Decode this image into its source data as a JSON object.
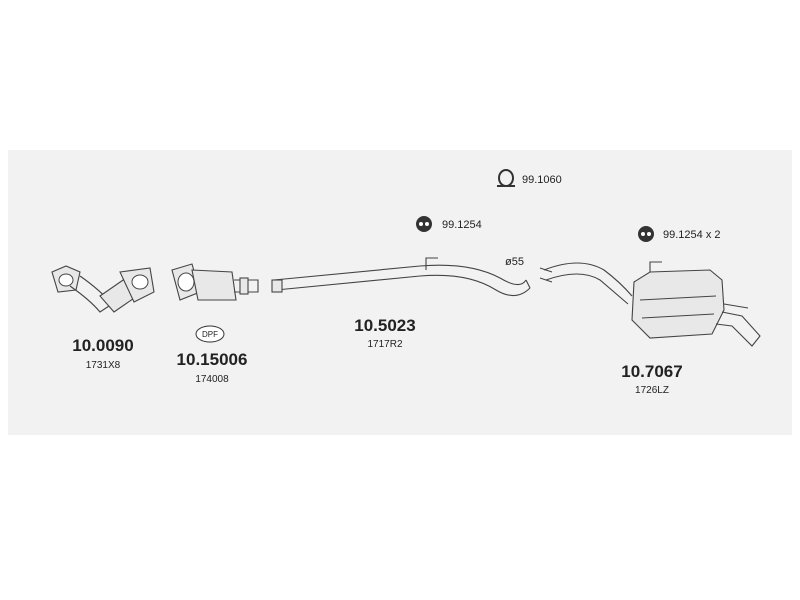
{
  "parts": [
    {
      "id": "front-pipe",
      "number": "10.0090",
      "ref": "1731X8"
    },
    {
      "id": "dpf",
      "number": "10.15006",
      "ref": "174008",
      "badge": "DPF"
    },
    {
      "id": "center-pipe",
      "number": "10.5023",
      "ref": "1717R2",
      "diameter": "ø55"
    },
    {
      "id": "rear-silencer",
      "number": "10.7067",
      "ref": "1726LZ"
    }
  ],
  "accessories": [
    {
      "id": "clamp",
      "label": "99.1060"
    },
    {
      "id": "rubber-mount-center",
      "label": "99.1254"
    },
    {
      "id": "rubber-mount-rear",
      "label": "99.1254 x 2"
    }
  ],
  "colors": {
    "background": "#ffffff",
    "panel": "#f2f2f2",
    "line": "#444444",
    "text": "#222222"
  }
}
